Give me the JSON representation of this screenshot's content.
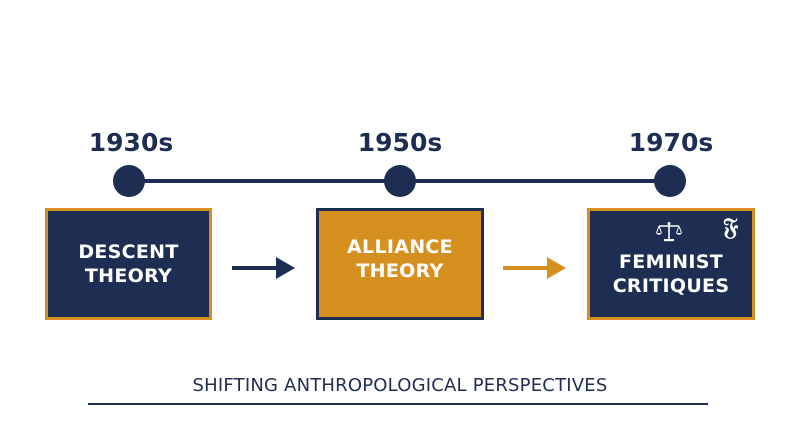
{
  "timeline": {
    "years": [
      "1930s",
      "1950s",
      "1970s"
    ]
  },
  "stages": [
    {
      "line1": "DESCENT",
      "line2": "THEORY"
    },
    {
      "line1": "ALLIANCE",
      "line2": "THEORY"
    },
    {
      "line1": "FEMINIST",
      "line2": "CRITIQUES"
    }
  ],
  "stage3_icons": {
    "left": "scales-of-justice-icon",
    "right": "fraktur-f-icon",
    "right_glyph": "𝔉"
  },
  "arrows": [
    "arrow-right-navy",
    "arrow-right-gold"
  ],
  "footer": {
    "title": "SHIFTING ANTHROPOLOGICAL PERSPECTIVES"
  },
  "colors": {
    "navy": "#1e2d52",
    "gold": "#d6901f",
    "white": "#ffffff"
  }
}
